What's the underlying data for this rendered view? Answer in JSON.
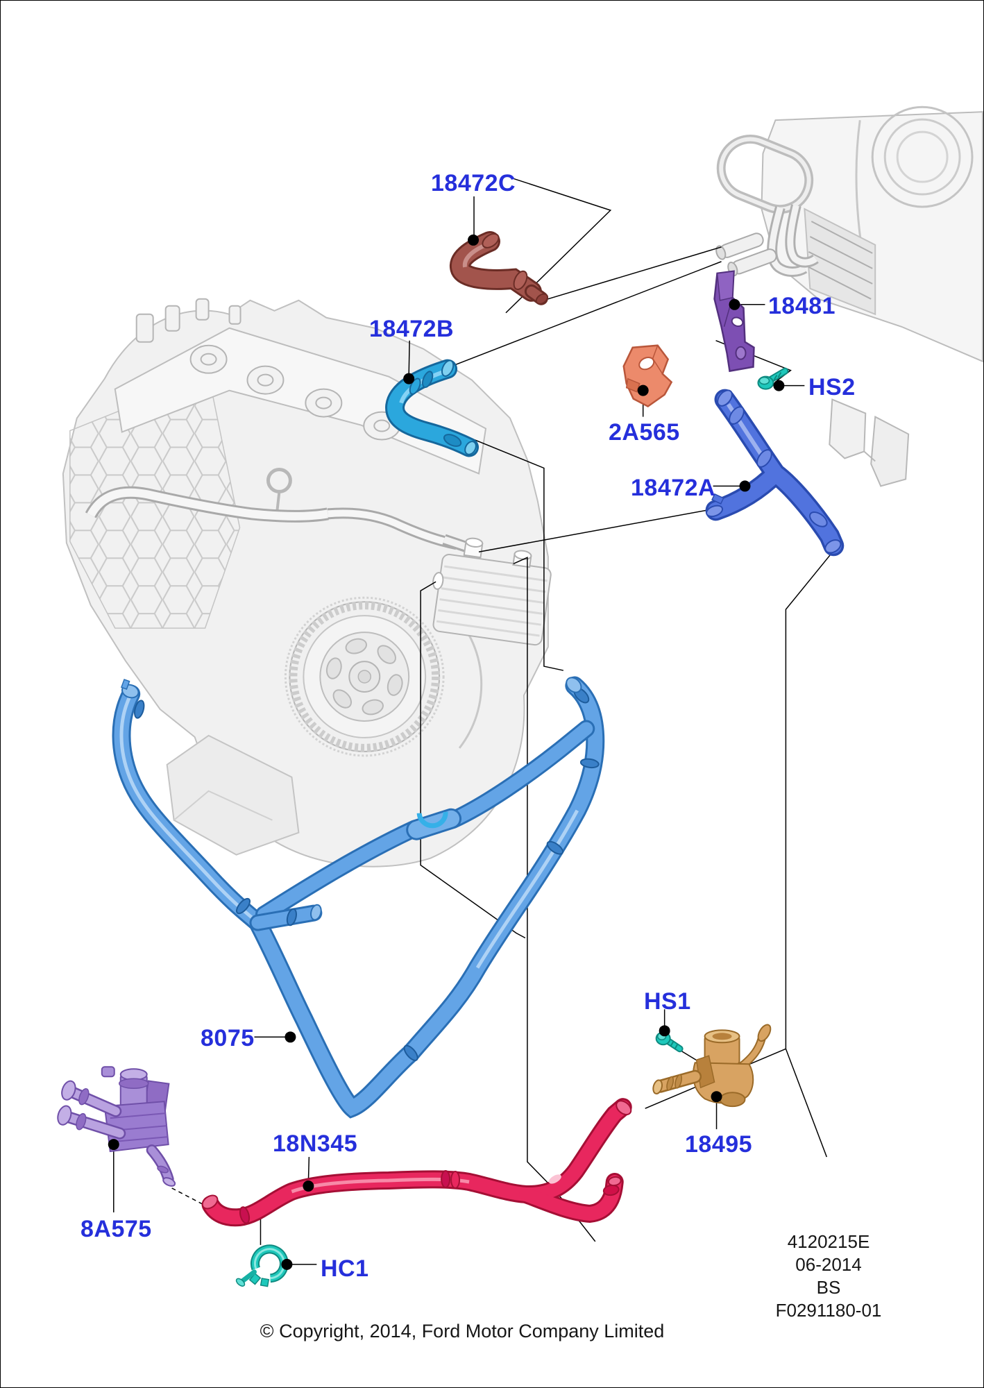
{
  "callouts": [
    {
      "part": "18472C",
      "part_color": "#a2544c"
    },
    {
      "part": "18472B",
      "part_color": "#2ba7dd"
    },
    {
      "part": "2A565",
      "part_color": "#ec8a6b"
    },
    {
      "part": "18481",
      "part_color": "#7d4fb3"
    },
    {
      "part": "HS2",
      "part_color": "#1ec8bb"
    },
    {
      "part": "18472A",
      "part_color": "#5173de"
    },
    {
      "part": "8075",
      "part_color": "#63a4e6"
    },
    {
      "part": "HS1",
      "part_color": "#1ec8bb"
    },
    {
      "part": "18495",
      "part_color": "#d8a362"
    },
    {
      "part": "18N345",
      "part_color": "#e8275e"
    },
    {
      "part": "8A575",
      "part_color": "#a98fd8"
    },
    {
      "part": "HC1",
      "part_color": "#1ec8bb"
    }
  ],
  "plate": {
    "lines": [
      "4120215E",
      "06-2014",
      "BS",
      "F0291180-01"
    ]
  },
  "footer": {
    "copyright": "© Copyright, 2014, Ford Motor Company Limited"
  },
  "colors": {
    "label": "#252fdb",
    "leader_line": "#000000",
    "background": "#ffffff"
  }
}
